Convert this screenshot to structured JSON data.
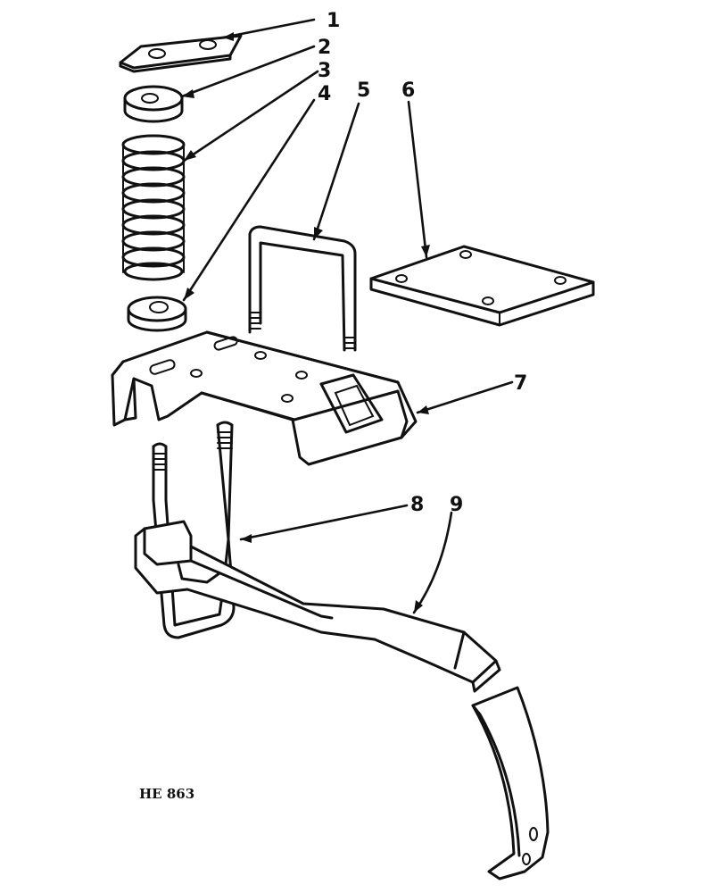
{
  "callouts": [
    "1",
    "2",
    "3",
    "4",
    "5",
    "6",
    "7",
    "8",
    "9"
  ],
  "reference": "HE 863"
}
